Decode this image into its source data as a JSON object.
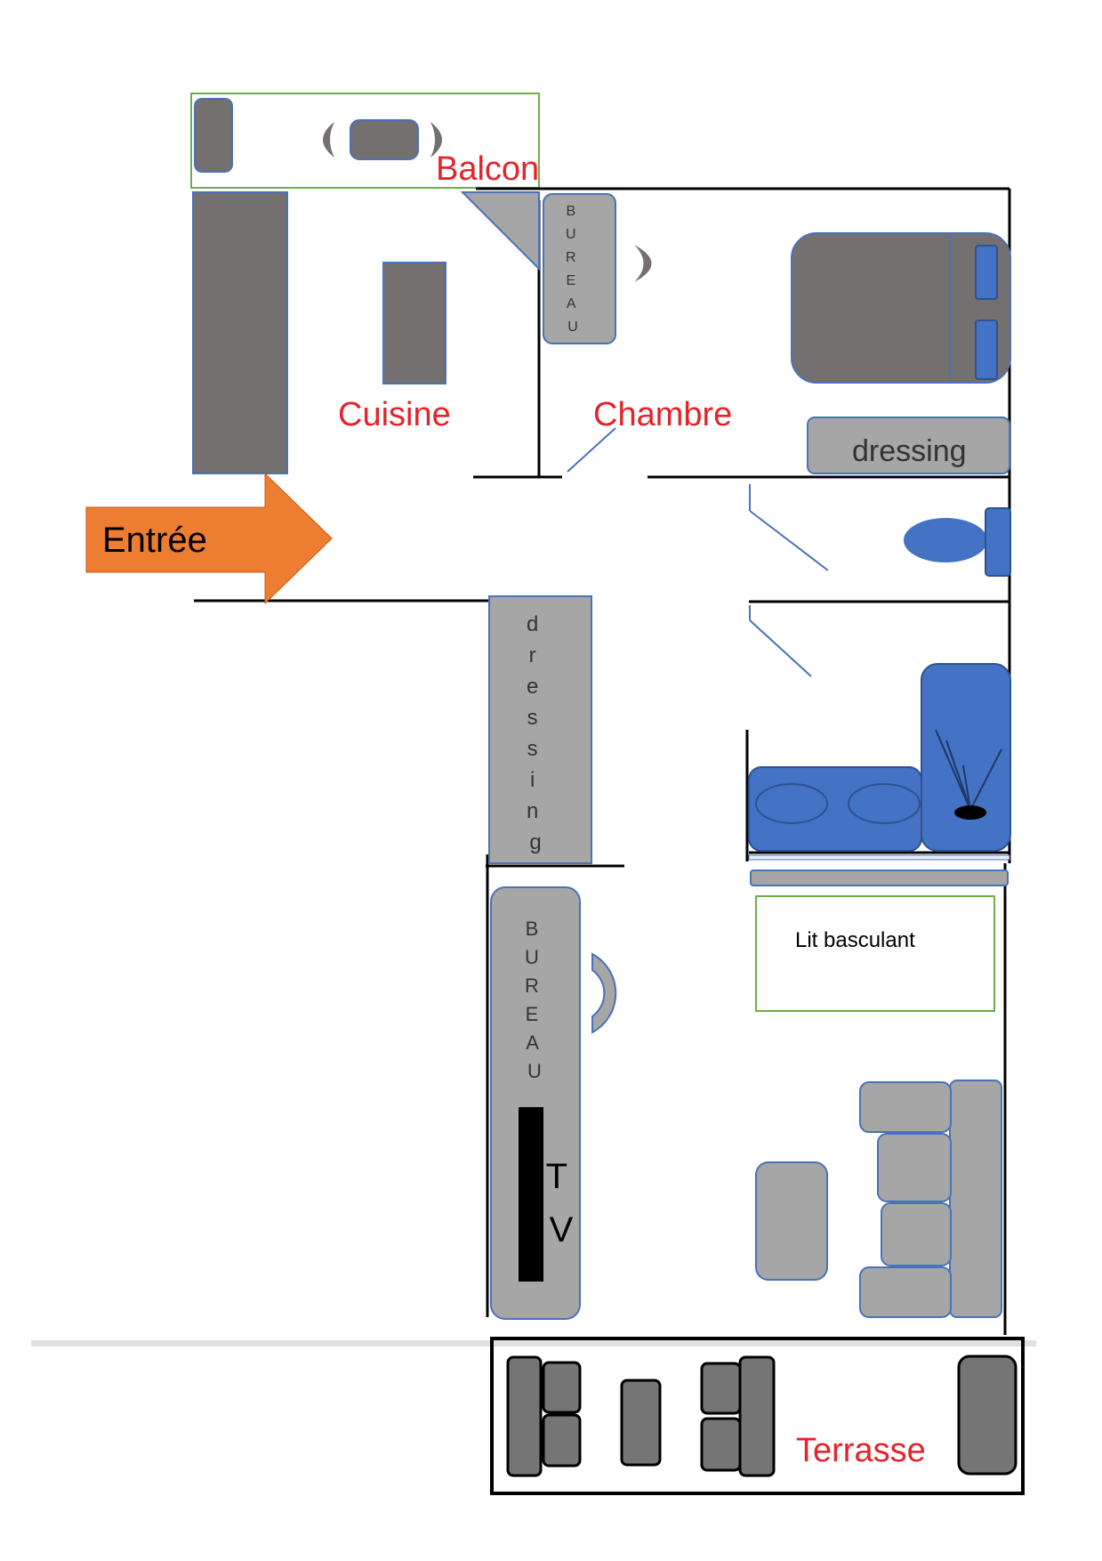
{
  "labels": {
    "balcon": "Balcon",
    "cuisine": "Cuisine",
    "chambre": "Chambre",
    "entree": "Entrée",
    "terrasse": "Terrasse",
    "lit_basculant": "Lit basculant",
    "dressing_chambre": "dressing",
    "bureau_chambre": [
      "B",
      "U",
      "R",
      "E",
      "A",
      "U"
    ],
    "dressing_couloir": [
      "d",
      "r",
      "e",
      "s",
      "s",
      "i",
      "n",
      "g"
    ],
    "bureau_sejour": [
      "B",
      "U",
      "R",
      "E",
      "A",
      "U"
    ],
    "tv": [
      "T",
      "V"
    ]
  },
  "colors": {
    "label_red": "#e3242b",
    "arrow_orange": "#ed7d31",
    "furniture_dark": "#757070",
    "furniture_light": "#a6a6a6",
    "sanitary_blue": "#4472c4",
    "balcony_green": "#70ad47"
  },
  "icons": {
    "entry": "arrow-right-icon",
    "toilet": "toilet-icon",
    "shower": "shower-icon",
    "chair": "chair-icon"
  }
}
